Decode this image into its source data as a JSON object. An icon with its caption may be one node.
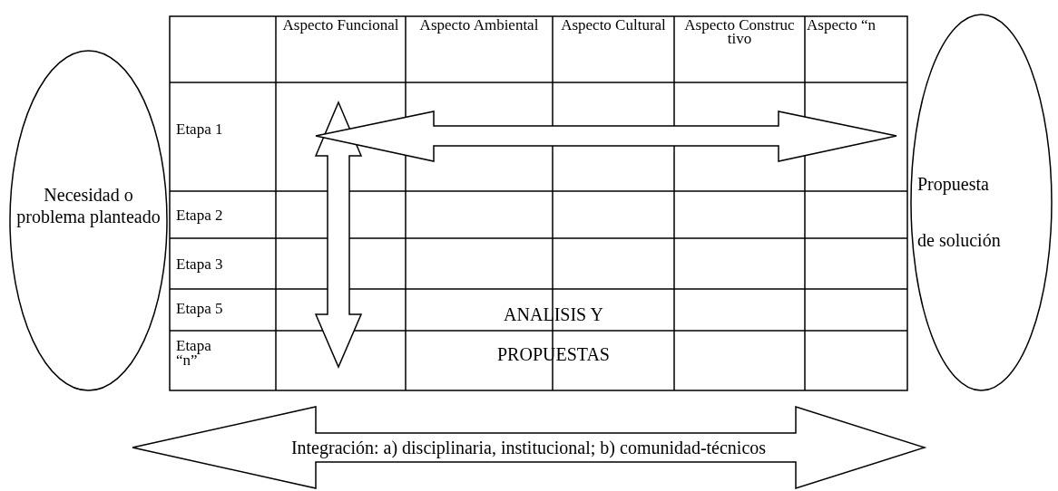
{
  "diagram": {
    "nodes": [
      {
        "text": [
          "Necesidad o problema planteado"
        ]
      },
      {
        "text": [
          "Propuesta de solución"
        ]
      },
      {
        "text": [
          "Integración: a) disciplinaria, institucional; b) comunidad-técnicos"
        ]
      }
    ],
    "labels": [
      "Aspecto Funcional",
      "Aspecto Ambiental",
      "Aspecto Cultural",
      "Aspecto Construc tivo",
      "Aspecto “n",
      "Etapa 1",
      "Etapa 2",
      "Etapa 3",
      "Etapa 5",
      "ANALISIS Y PROPUESTAS",
      "Etapa “n”"
    ]
  }
}
